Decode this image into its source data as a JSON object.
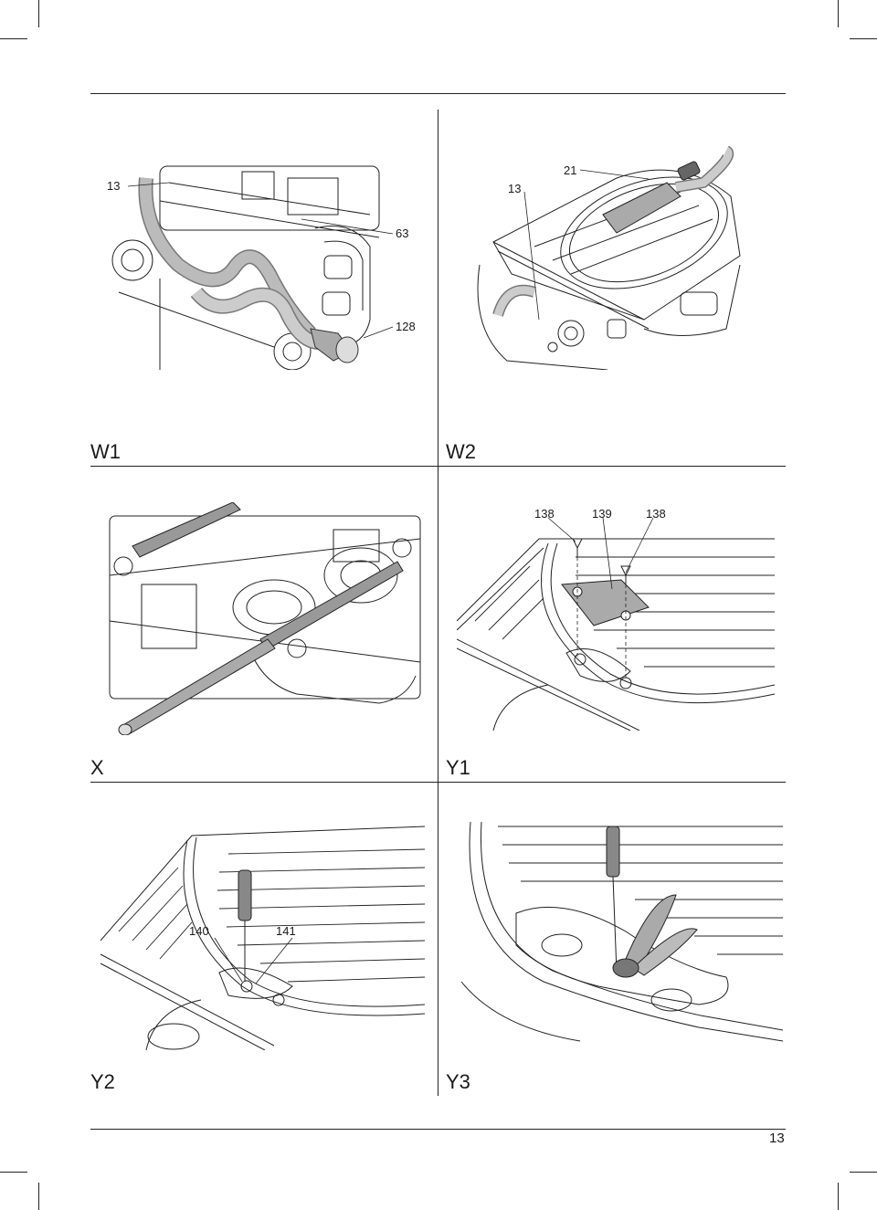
{
  "figures": {
    "w1": {
      "label": "W1",
      "callouts": [
        "13",
        "63",
        "128"
      ]
    },
    "w2": {
      "label": "W2",
      "callouts": [
        "13",
        "21"
      ]
    },
    "x": {
      "label": "X"
    },
    "y1": {
      "label": "Y1",
      "callouts": [
        "138",
        "139",
        "138"
      ]
    },
    "y2": {
      "label": "Y2",
      "callouts": [
        "140",
        "141"
      ]
    },
    "y3": {
      "label": "Y3"
    }
  },
  "page": {
    "number": "13"
  }
}
